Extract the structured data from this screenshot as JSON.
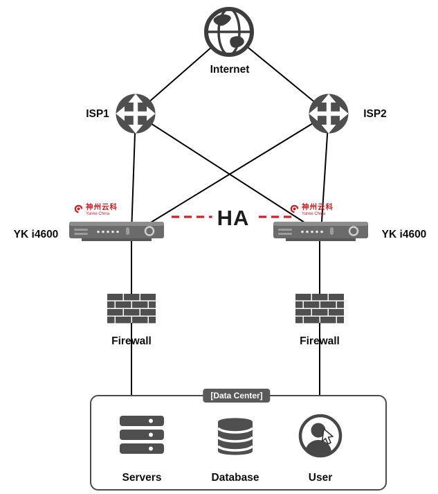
{
  "diagram": {
    "internet": {
      "label": "Internet",
      "icon": "globe-icon"
    },
    "isp1": {
      "label": "ISP1",
      "icon": "router-icon"
    },
    "isp2": {
      "label": "ISP2",
      "icon": "router-icon"
    },
    "ha": {
      "label": "HA",
      "line_style": "red-dashed"
    },
    "device_left": {
      "label": "YK i4600",
      "icon": "appliance-icon"
    },
    "device_right": {
      "label": "YK i4600",
      "icon": "appliance-icon"
    },
    "vendor_logo": {
      "cn": "神州云科",
      "en": "Yunke China",
      "icon": "red-swirl-logo-icon"
    },
    "firewall_left": {
      "label": "Firewall",
      "icon": "brick-wall-icon"
    },
    "firewall_right": {
      "label": "Firewall",
      "icon": "brick-wall-icon"
    },
    "datacenter": {
      "label": "[Data Center]",
      "servers": {
        "label": "Servers",
        "icon": "server-stack-icon"
      },
      "database": {
        "label": "Database",
        "icon": "database-cylinder-icon"
      },
      "user": {
        "label": "User",
        "icon": "user-cursor-icon"
      }
    },
    "colors": {
      "icon_gray": "#4f4f4f",
      "accent_red": "#ce2029",
      "line_black": "#000000",
      "badge_gray": "#5a5a5a"
    }
  }
}
